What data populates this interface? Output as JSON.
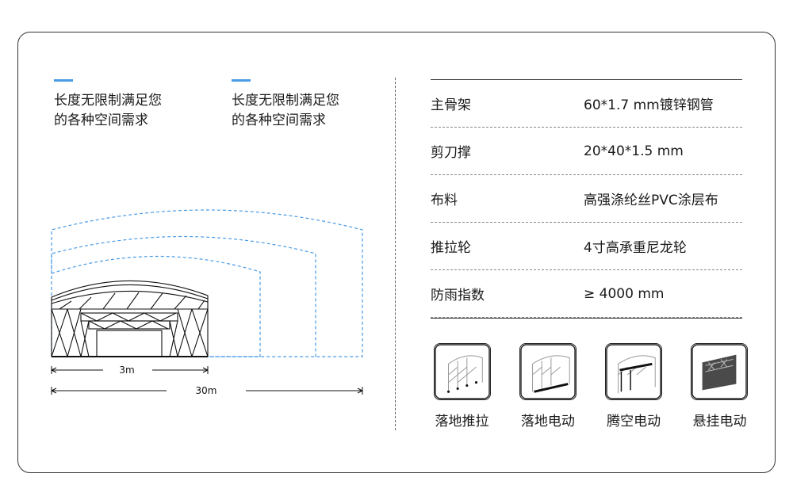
{
  "features": [
    {
      "text": "长度无限制满足您\n的各种空间需求"
    },
    {
      "text": "长度无限制满足您\n的各种空间需求"
    }
  ],
  "diagram": {
    "dim_small": "3m",
    "dim_large": "30m",
    "accent_color": "#4a9be6"
  },
  "specs": [
    {
      "key": "主骨架",
      "value": "60*1.7 mm镀锌钢管"
    },
    {
      "key": "剪刀撑",
      "value": "20*40*1.5 mm"
    },
    {
      "key": "布料",
      "value": "高强涤纶丝PVC涂层布"
    },
    {
      "key": "推拉轮",
      "value": "4寸高承重尼龙轮"
    },
    {
      "key": "防雨指数",
      "value": "≥ 4000 mm"
    }
  ],
  "types": [
    {
      "label": "落地推拉",
      "icon": "floor-push-pull-icon"
    },
    {
      "label": "落地电动",
      "icon": "floor-electric-icon"
    },
    {
      "label": "腾空电动",
      "icon": "suspended-electric-icon"
    },
    {
      "label": "悬挂电动",
      "icon": "hanging-electric-icon"
    }
  ]
}
